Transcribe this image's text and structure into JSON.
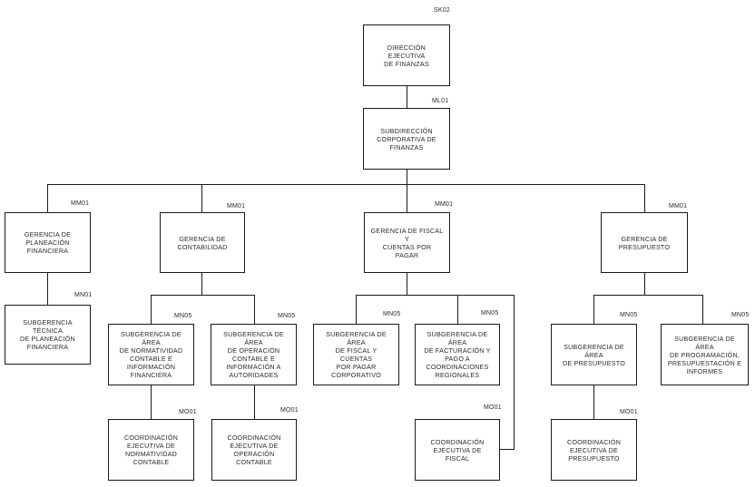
{
  "nodes": {
    "direccion": {
      "title": "DIRECCIÓN EJECUTIVA\nDE FINANZAS",
      "code": "SK02"
    },
    "subdireccion": {
      "title": "SUBDIRECCIÓN\nCORPORATIVA DE\nFINANZAS",
      "code": "ML01"
    },
    "gerencia_planeacion": {
      "title": "GERENCIA DE\nPLANEACIÓN\nFINANCIERA",
      "code": "MM01"
    },
    "gerencia_contabilidad": {
      "title": "GERENCIA DE\nCONTABILIDAD",
      "code": "MM01"
    },
    "gerencia_fiscal": {
      "title": "GERENCIA DE FISCAL Y\nCUENTAS POR PAGAR",
      "code": "MM01"
    },
    "gerencia_presupuesto": {
      "title": "GERENCIA DE\nPRESUPUESTO",
      "code": "MM01"
    },
    "sub_tecnica_planeacion": {
      "title": "SUBGERENCIA TÉCNICA\nDE PLANEACIÓN\nFINANCIERA",
      "code": "MN01"
    },
    "sub_normatividad": {
      "title": "SUBGERENCIA DE ÁREA\nDE NORMATIVIDAD\nCONTABLE E\nINFORMACIÓN\nFINANCIERA",
      "code": "MN05"
    },
    "sub_operacion": {
      "title": "SUBGERENCIA DE ÁREA\nDE OPERACIÓN\nCONTABLE E\nINFORMACIÓN A\nAUTORIDADES",
      "code": "MN05"
    },
    "sub_fiscal": {
      "title": "SUBGERENCIA DE ÁREA\nDE FISCAL Y CUENTAS\nPOR PAGAR\nCORPORATIVO",
      "code": "MN05"
    },
    "sub_facturacion": {
      "title": "SUBGERENCIA DE ÁREA\nDE FACTURACIÓN Y\nPAGO A\nCOORDINACIONES\nREGIONALES",
      "code": "MN05"
    },
    "sub_presupuesto": {
      "title": "SUBGERENCIA DE ÁREA\nDE PRESUPUESTO",
      "code": "MN05"
    },
    "sub_programacion": {
      "title": "SUBGERENCIA DE ÁREA\nDE PROGRAMACIÓN,\nPRESUPUESTACIÓN E\nINFORMES",
      "code": "MN05"
    },
    "coord_normatividad": {
      "title": "COORDINACIÓN\nEJECUTIVA DE\nNORMATIVIDAD\nCONTABLE",
      "code": "MO01"
    },
    "coord_operacion": {
      "title": "COORDINACIÓN\nEJECUTIVA DE\nOPERACIÓN CONTABLE",
      "code": "MO01"
    },
    "coord_fiscal": {
      "title": "COORDINACIÓN\nEJECUTIVA DE FISCAL",
      "code": "MO01"
    },
    "coord_presupuesto": {
      "title": "COORDINACIÓN\nEJECUTIVA DE\nPRESUPUESTO",
      "code": "MO01"
    }
  }
}
